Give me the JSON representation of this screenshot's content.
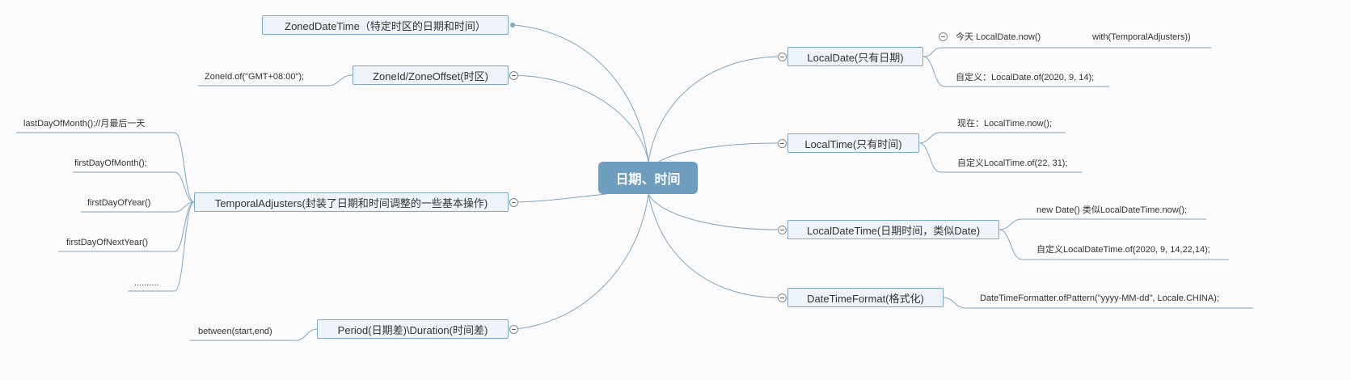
{
  "center": "日期、时间",
  "topics": {
    "zoneddatetime": "ZonedDateTime（特定时区的日期和时间）",
    "zoneid": "ZoneId/ZoneOffset(时区)",
    "temporal": "TemporalAdjusters(封装了日期和时间调整的一些基本操作)",
    "period": "Period(日期差)\\Duration(时间差)",
    "localdate": "LocalDate(只有日期)",
    "localtime": "LocalTime(只有时间)",
    "localdatetime": "LocalDateTime(日期时间，类似Date)",
    "datetimeformat": "DateTimeFormat(格式化)"
  },
  "leaves": {
    "zoneid_of": "ZoneId.of(\"GMT+08:00\");",
    "last_day_of_month": "lastDayOfMonth();//月最后一天",
    "first_day_of_month": "firstDayOfMonth();",
    "first_day_of_year": "firstDayOfYear()",
    "first_day_of_next_year": "firstDayOfNextYear()",
    "more": "..........",
    "between": "between(start,end)",
    "localdate_now": "今天 LocalDate.now()",
    "localdate_with": "with(TemporalAdjusters))",
    "localdate_of": "自定义：LocalDate.of(2020, 9, 14);",
    "localtime_now": "现在：LocalTime.now();",
    "localtime_of": "自定义LocalTime.of(22, 31);",
    "localdatetime_now": "new Date() 类似LocalDateTime.now();",
    "localdatetime_of": "自定义LocalDateTime.of(2020, 9, 14,22,14);",
    "format_pattern": "DateTimeFormatter.ofPattern(\"yyyy-MM-dd\", Locale.CHINA);"
  },
  "colors": {
    "center_fill": "#6f9dbe",
    "topic_fill": "#eef4f9",
    "line": "#7fa6c4"
  }
}
